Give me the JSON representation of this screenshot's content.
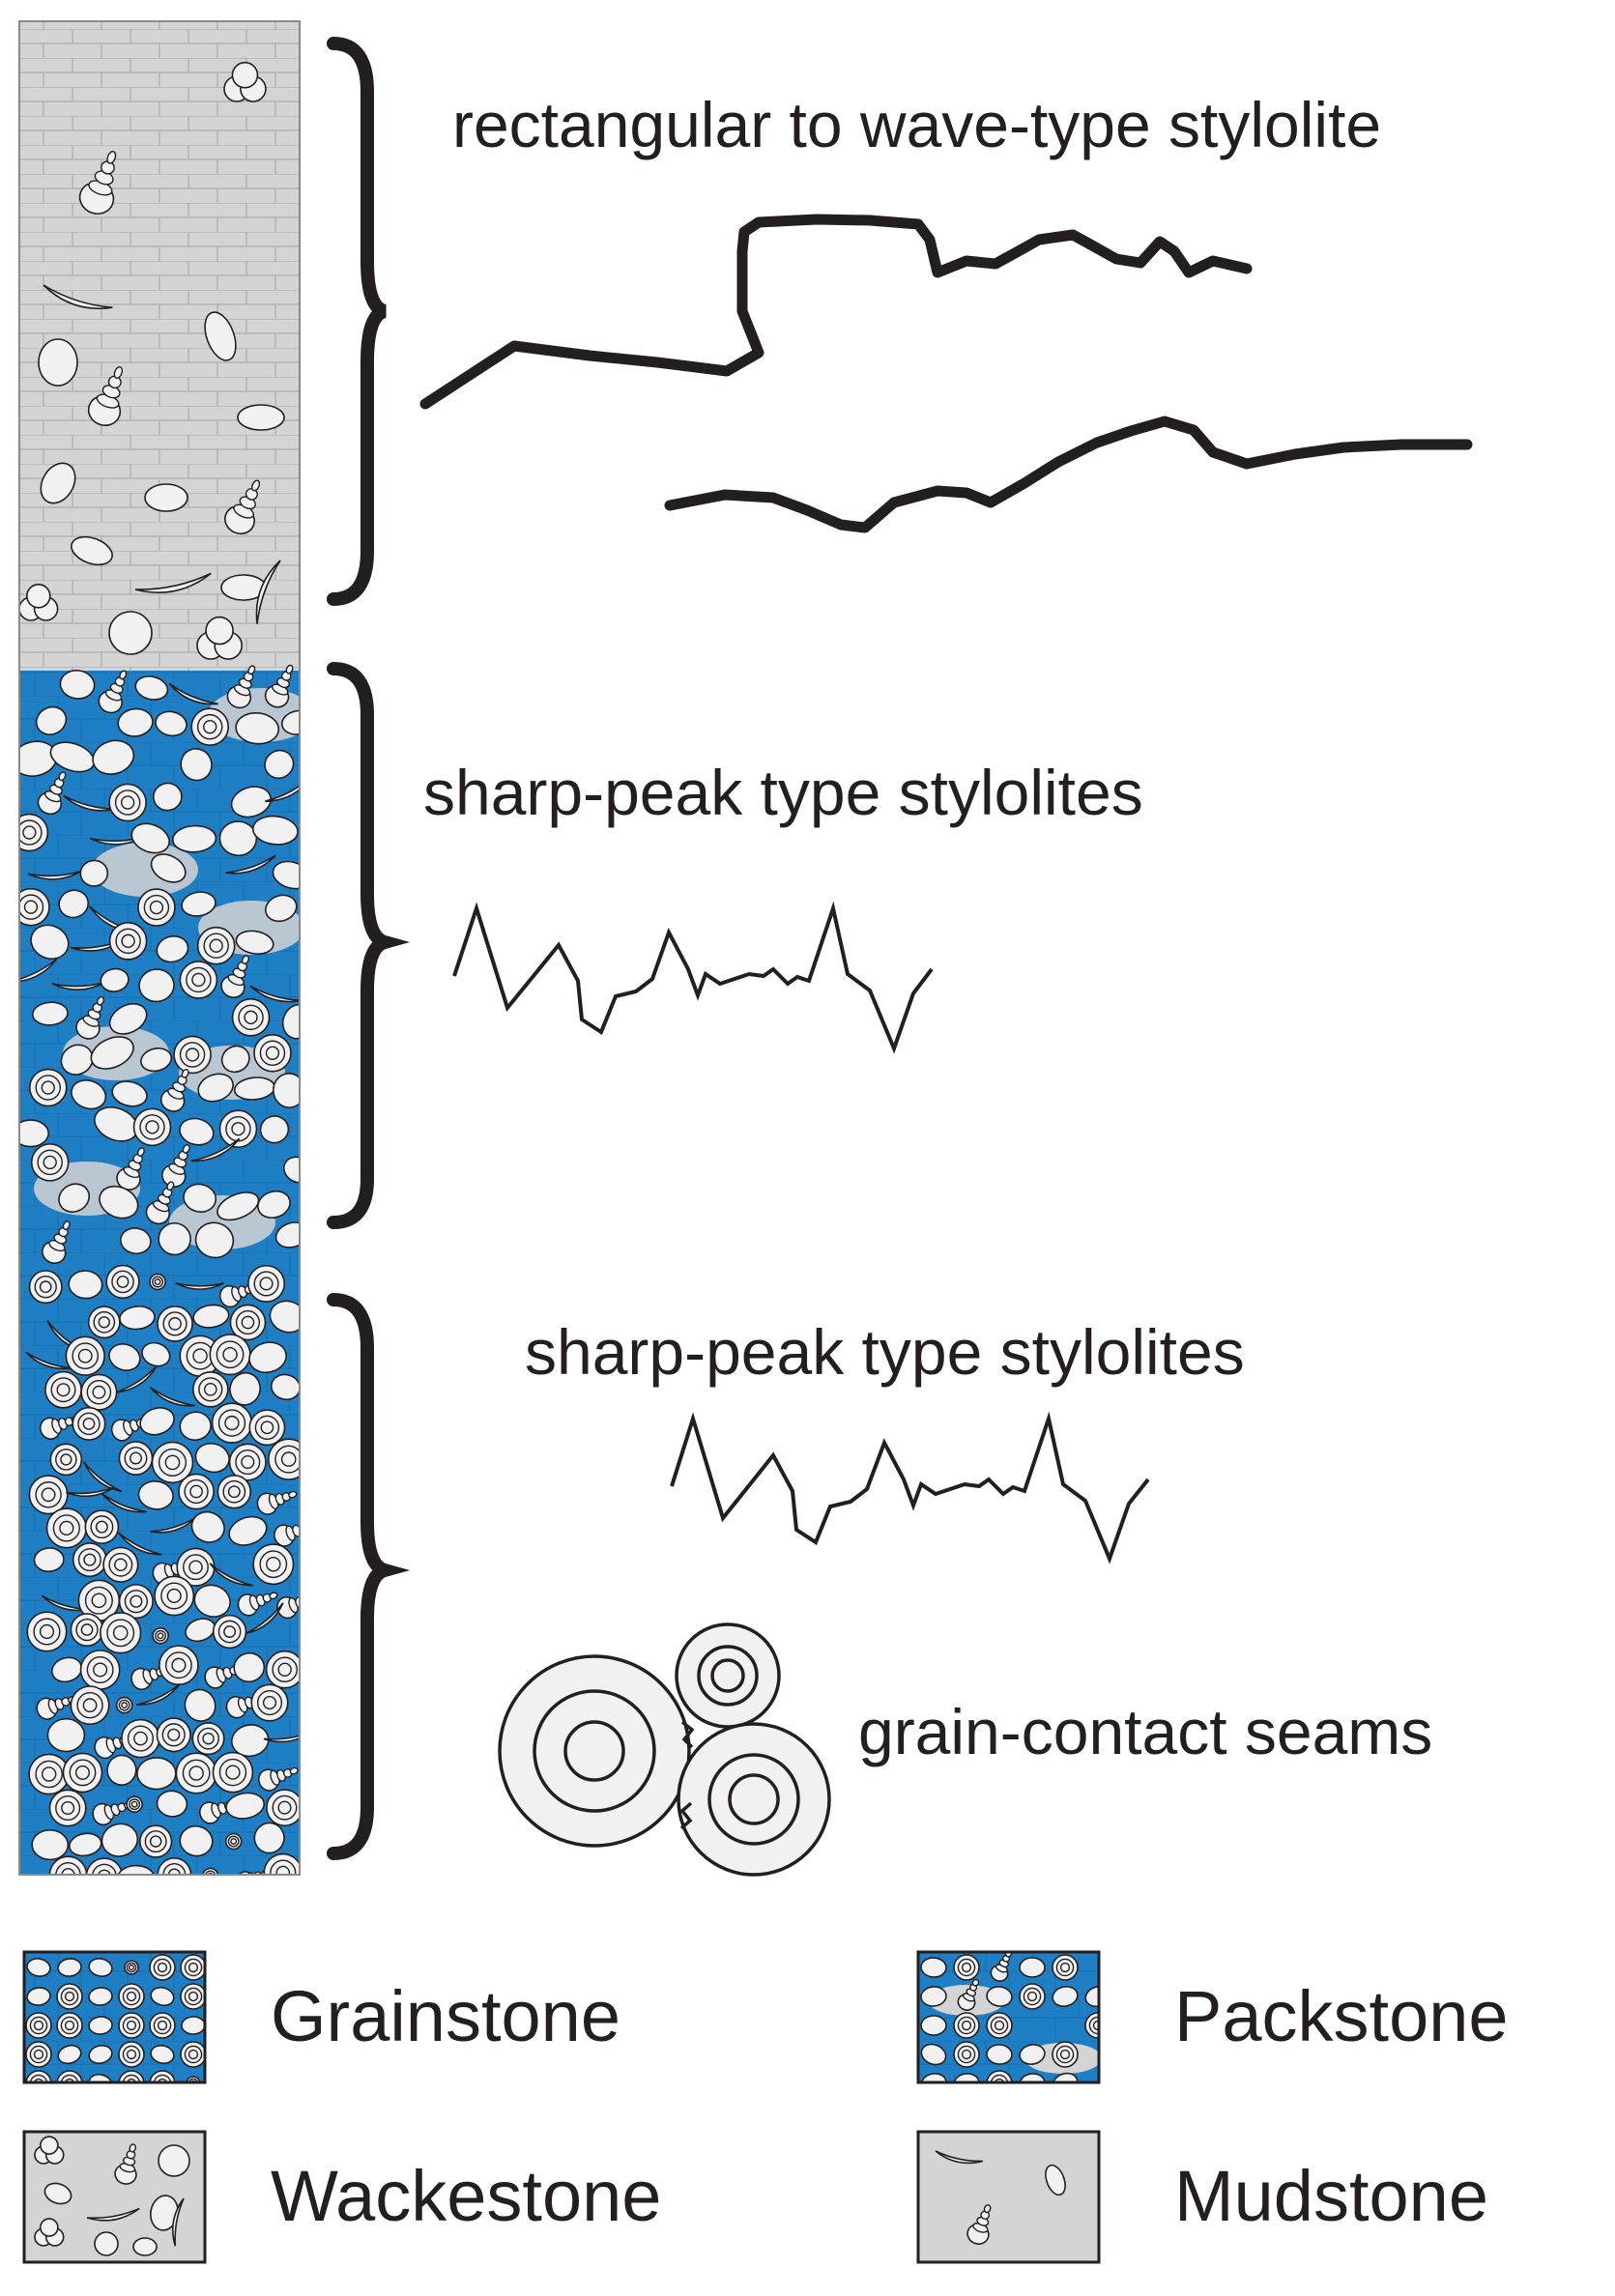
{
  "labels": {
    "section_1": "rectangular to wave-type stylolite",
    "section_2": "sharp-peak type stylolites",
    "section_3": "sharp-peak type stylolites",
    "section_4": "grain-contact seams"
  },
  "legend": {
    "grainstone": "Grainstone",
    "packstone": "Packstone",
    "wackestone": "Wackestone",
    "mudstone": "Mudstone"
  },
  "colors": {
    "limestone_grey": "#d4d4d4",
    "cement_blue": "#1f7fc4",
    "cement_blue_light": "#3d9ad6",
    "line": "#231f20",
    "grain_fill": "#f1f1f1"
  }
}
